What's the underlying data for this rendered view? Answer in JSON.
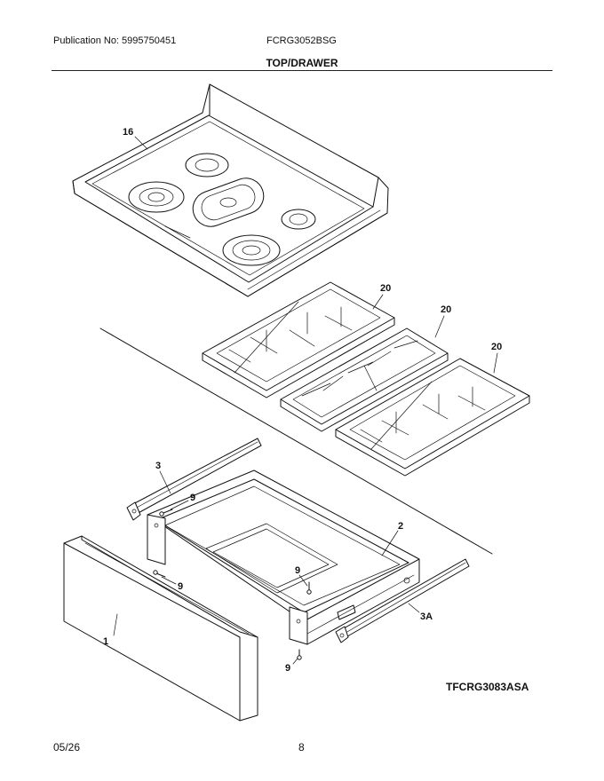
{
  "header": {
    "publication": "Publication No: 5995750451",
    "model": "FCRG3052BSG",
    "section_title": "TOP/DRAWER"
  },
  "callouts": {
    "top": "16",
    "grate_left": "20",
    "grate_middle": "20",
    "grate_right": "20",
    "rail_left": "3",
    "rail_right": "3A",
    "drawer_body": "2",
    "drawer_front": "1",
    "screw_a": "9",
    "screw_b": "9",
    "screw_c": "9",
    "screw_d": "9"
  },
  "diagram_code": "TFCRG3083ASA",
  "footer": {
    "date": "05/26",
    "page": "8"
  }
}
